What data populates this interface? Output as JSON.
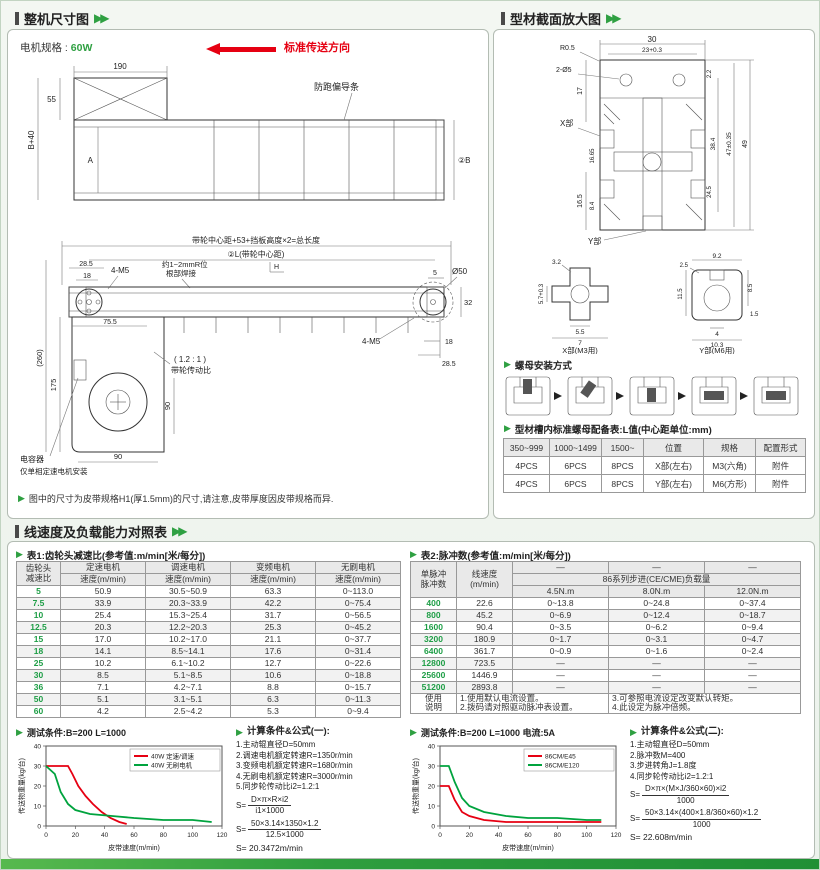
{
  "accent": {
    "green": "#2fa042",
    "red": "#e60012"
  },
  "sections": {
    "left_title": "整机尺寸图",
    "right_title": "型材截面放大图",
    "bottom_title": "线速度及负载能力对照表"
  },
  "left": {
    "motor_label": "电机规格 :",
    "motor_value": "60W",
    "direction": "标准传送方向",
    "note": "图中的尺寸为皮带规格H1(厚1.5mm)的尺寸,请注意,皮带厚度因皮带规格而异.",
    "dims": {
      "top_w": "190",
      "top_h": "55",
      "b40": "B+40",
      "a": "A",
      "b2": "②B",
      "guide": "防跑偏导条",
      "total": "带轮中心距+53+挡板高度×2=总长度",
      "center": "②L(带轮中心距)",
      "d285l": "28.5",
      "d18l": "18",
      "m5l": "4-M5",
      "weld1": "约1~2mmR位",
      "weld2": "根部焊接",
      "h": "H",
      "d5": "5",
      "d50": "Ø50",
      "d32": "32",
      "d260": "(260)",
      "d175": "175",
      "d755": "75.5",
      "ratio": "( 1.2 : 1 )",
      "ratio_label": "带轮传动比",
      "d90v": "90",
      "d90h": "90",
      "cap1": "电容器",
      "cap2": "仅单相定速电机安装",
      "m5r": "4-M5",
      "d18r": "18",
      "d285r": "28.5"
    }
  },
  "right": {
    "dims": {
      "w30": "30",
      "w23": "23+0.3",
      "r05": "R0.5",
      "holes": "2-Ø5",
      "xpart": "X部",
      "d384": "38.4",
      "d47": "47±0.35",
      "d49": "49",
      "d22": "2.2",
      "d245": "24.5",
      "d17": "17",
      "d165": "16.5",
      "d1665": "16.65",
      "d84": "8.4",
      "ypart": "Y部"
    },
    "xdetail": {
      "caption": "X部(M3用)",
      "d57": "5.7+0.3",
      "d32": "3.2",
      "d55": "5.5",
      "d7": "7"
    },
    "ydetail": {
      "caption": "Y部(M6用)",
      "d92": "9.2",
      "d85": "8.5",
      "d25": "2.5",
      "d15": "1.5",
      "d115": "11.5",
      "d4": "4",
      "d103": "10.3"
    },
    "nut_title": "螺母安装方式",
    "table_title": "型材槽内标准螺母配备表:L值(中心距单位:mm)",
    "table": {
      "headers": [
        "350~999",
        "1000~1499",
        "1500~",
        "位置",
        "规格",
        "配置形式"
      ],
      "rows": [
        [
          "4PCS",
          "6PCS",
          "8PCS",
          "X部(左右)",
          "M3(六角)",
          "附件"
        ],
        [
          "4PCS",
          "6PCS",
          "8PCS",
          "Y部(左右)",
          "M6(方形)",
          "附件"
        ]
      ]
    }
  },
  "table1": {
    "caption": "表1:齿轮头减速比(参考值:m/min[米/每分])",
    "col0_header": [
      "齿轮头",
      "减速比"
    ],
    "motor_headers": [
      "定速电机",
      "调速电机",
      "变频电机",
      "无刷电机"
    ],
    "speed_header": "速度(m/min)",
    "rows": [
      [
        "5",
        "50.9",
        "30.5~50.9",
        "63.3",
        "0~113.0"
      ],
      [
        "7.5",
        "33.9",
        "20.3~33.9",
        "42.2",
        "0~75.4"
      ],
      [
        "10",
        "25.4",
        "15.3~25.4",
        "31.7",
        "0~56.5"
      ],
      [
        "12.5",
        "20.3",
        "12.2~20.3",
        "25.3",
        "0~45.2"
      ],
      [
        "15",
        "17.0",
        "10.2~17.0",
        "21.1",
        "0~37.7"
      ],
      [
        "18",
        "14.1",
        "8.5~14.1",
        "17.6",
        "0~31.4"
      ],
      [
        "25",
        "10.2",
        "6.1~10.2",
        "12.7",
        "0~22.6"
      ],
      [
        "30",
        "8.5",
        "5.1~8.5",
        "10.6",
        "0~18.8"
      ],
      [
        "36",
        "7.1",
        "4.2~7.1",
        "8.8",
        "0~15.7"
      ],
      [
        "50",
        "5.1",
        "3.1~5.1",
        "6.3",
        "0~11.3"
      ],
      [
        "60",
        "4.2",
        "2.5~4.2",
        "5.3",
        "0~9.4"
      ]
    ]
  },
  "table2": {
    "caption": "表2:脉冲数(参考值:m/min[米/每分])",
    "col0_header": [
      "单脉冲",
      "脉冲数"
    ],
    "col1_header": [
      "线速度",
      "(m/min)"
    ],
    "dash": "—",
    "load_header": "86系列步进(CE/CME)负载量",
    "load_cols": [
      "4.5N.m",
      "8.0N.m",
      "12.0N.m"
    ],
    "rows": [
      [
        "400",
        "22.6",
        "0~13.8",
        "0~24.8",
        "0~37.4"
      ],
      [
        "800",
        "45.2",
        "0~6.9",
        "0~12.4",
        "0~18.7"
      ],
      [
        "1600",
        "90.4",
        "0~3.5",
        "0~6.2",
        "0~9.4"
      ],
      [
        "3200",
        "180.9",
        "0~1.7",
        "0~3.1",
        "0~4.7"
      ],
      [
        "6400",
        "361.7",
        "0~0.9",
        "0~1.6",
        "0~2.4"
      ],
      [
        "12800",
        "723.5",
        "—",
        "—",
        "—"
      ],
      [
        "25600",
        "1446.9",
        "—",
        "—",
        "—"
      ],
      [
        "51200",
        "2893.8",
        "—",
        "—",
        "—"
      ]
    ],
    "usage_label": [
      "使用",
      "说明"
    ],
    "usage_left": [
      "1.使用默认电流设置。",
      "2.拨码请对照驱动脉冲表设置。"
    ],
    "usage_right": [
      "3.可参照电流设定改变默认转矩。",
      "4.此设定为脉冲倍频。"
    ]
  },
  "chart_data": [
    {
      "type": "line",
      "title": "测试条件:B=200  L=1000",
      "xlabel": "皮带速度(m/min)",
      "ylabel": "传送物重量(kg/台)",
      "xlim": [
        0,
        120
      ],
      "ylim": [
        0,
        40
      ],
      "xticks": [
        0,
        20,
        40,
        60,
        80,
        100,
        120
      ],
      "yticks": [
        0,
        10,
        20,
        30,
        40
      ],
      "legend_position": "top-right",
      "grid": false,
      "series": [
        {
          "name": "40W 定速/调速",
          "color": "#e60012",
          "points": [
            [
              0,
              30
            ],
            [
              15,
              30
            ],
            [
              18,
              26
            ],
            [
              22,
              20
            ],
            [
              27,
              15
            ],
            [
              32,
              11
            ],
            [
              38,
              7
            ],
            [
              44,
              4
            ],
            [
              50,
              2
            ],
            [
              55,
              1
            ]
          ]
        },
        {
          "name": "40W 无刷电机",
          "color": "#00a33e",
          "points": [
            [
              0,
              30
            ],
            [
              6,
              26
            ],
            [
              10,
              17
            ],
            [
              15,
              11
            ],
            [
              20,
              8
            ],
            [
              30,
              6
            ],
            [
              45,
              5
            ],
            [
              60,
              4
            ],
            [
              80,
              3
            ],
            [
              100,
              3
            ],
            [
              113,
              2
            ]
          ]
        }
      ]
    },
    {
      "type": "line",
      "title": "测试条件:B=200  L=1000  电流:5A",
      "xlabel": "皮带速度(m/min)",
      "ylabel": "传送物重量(kg/台)",
      "xlim": [
        0,
        120
      ],
      "ylim": [
        0,
        40
      ],
      "xticks": [
        0,
        20,
        40,
        60,
        80,
        100,
        120
      ],
      "yticks": [
        0,
        10,
        20,
        30,
        40
      ],
      "legend_position": "top-right",
      "grid": false,
      "series": [
        {
          "name": "86CM/E45",
          "color": "#e60012",
          "points": [
            [
              0,
              20
            ],
            [
              6,
              20
            ],
            [
              10,
              13
            ],
            [
              15,
              7
            ],
            [
              20,
              5
            ],
            [
              30,
              3
            ],
            [
              45,
              2
            ],
            [
              60,
              2
            ],
            [
              80,
              2
            ],
            [
              100,
              2
            ],
            [
              110,
              2
            ]
          ]
        },
        {
          "name": "86CM/E120",
          "color": "#00a33e",
          "points": [
            [
              0,
              30
            ],
            [
              6,
              30
            ],
            [
              10,
              22
            ],
            [
              15,
              14
            ],
            [
              20,
              10
            ],
            [
              30,
              7
            ],
            [
              45,
              5
            ],
            [
              60,
              4
            ],
            [
              80,
              4
            ],
            [
              100,
              3
            ],
            [
              110,
              3
            ]
          ]
        }
      ]
    }
  ],
  "calc1": {
    "title": "计算条件&公式(一):",
    "s": "S=",
    "lines": [
      "1.主动辊直径D=50mm",
      "2.调速电机额定转速R=1350r/min",
      "3.变频电机额定转速R=1680r/min",
      "4.无刷电机额定转速R=3000r/min",
      "5.同步轮传动比i2=1.2:1"
    ],
    "f1n": "D×π×R×i2",
    "f1d": "i1×1000",
    "f2n": "50×3.14×1350×1.2",
    "f2d": "12.5×1000",
    "result": "S= 20.3472m/min"
  },
  "calc2": {
    "title": "计算条件&公式(二):",
    "s": "S=",
    "lines": [
      "1.主动辊直径D=50mm",
      "2.脉冲数M=400",
      "3.步进转角J=1.8度",
      "4.同步轮传动比i2=1.2:1"
    ],
    "f1n": "D×π×(M×J/360×60)×i2",
    "f1d": "1000",
    "f2n": "50×3.14×(400×1.8/360×60)×1.2",
    "f2d": "1000",
    "result": "S= 22.608m/min"
  }
}
